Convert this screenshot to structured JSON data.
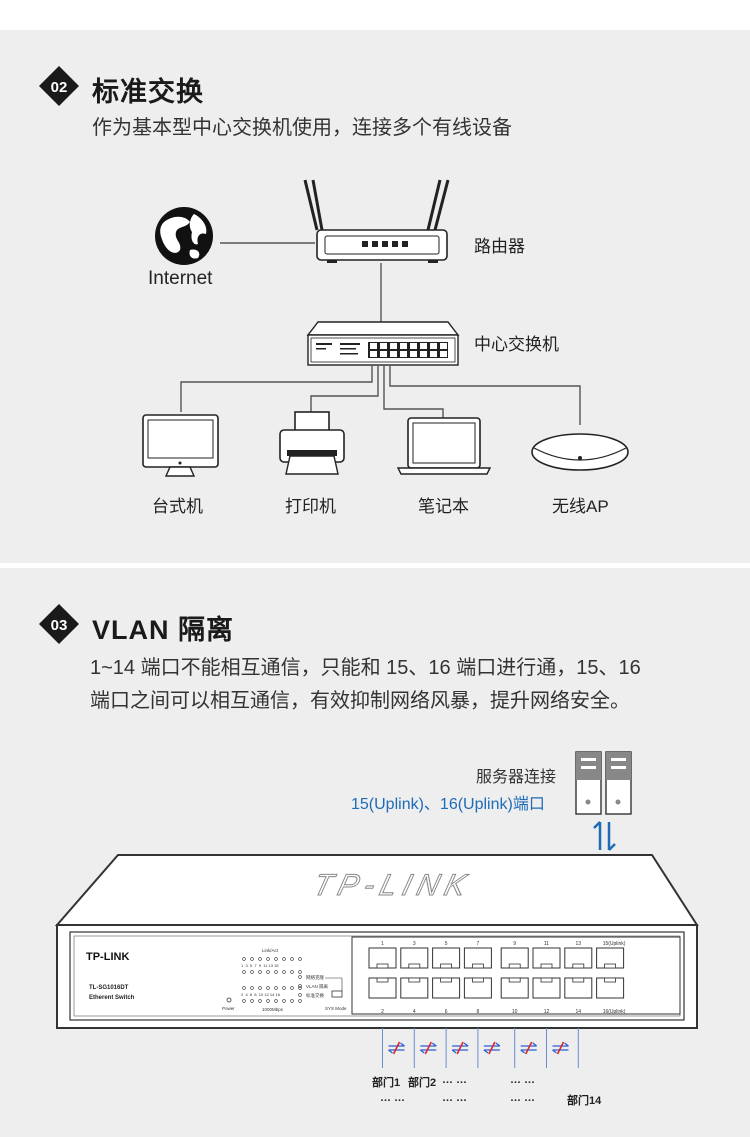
{
  "section1": {
    "number": "02",
    "title": "标准交换",
    "description": "作为基本型中心交换机使用，连接多个有线设备",
    "labels": {
      "internet": "Internet",
      "router": "路由器",
      "switch": "中心交换机",
      "desktop": "台式机",
      "printer": "打印机",
      "laptop": "笔记本",
      "ap": "无线AP"
    }
  },
  "section2": {
    "number": "03",
    "title": "VLAN 隔离",
    "description_line1": "1~14 端口不能相互通信，只能和 15、16 端口进行通，15、16",
    "description_line2": "端口之间可以相互通信，有效抑制网络风暴，提升网络安全。",
    "server_label": "服务器连接",
    "uplink_label": "15(Uplink)、16(Uplink)端口",
    "switch": {
      "brand": "TP-LINK",
      "model": "TL-SG1016DT",
      "type": "Etherent Switch",
      "power": "Power",
      "link_act": "Link/Act",
      "speed": "1000Mbps",
      "mode1": "网络克隆",
      "mode2": "VLAN 隔离",
      "mode3": "标准交换",
      "sys_mode": "SYS Mode",
      "top_ports": [
        "1",
        "3",
        "5",
        "7",
        "9",
        "11",
        "13",
        "15(Uplink)"
      ],
      "bottom_ports": [
        "2",
        "4",
        "6",
        "8",
        "10",
        "12",
        "14",
        "16(Uplink)"
      ],
      "led_top_nums": "1  3  5  7  9  11 13 15",
      "led_bottom_nums": "2  4  6  8  10 12 14 16"
    },
    "dept_first": "部门1",
    "dept_second": "部门2",
    "dept_last": "部门14",
    "ellipsis": "…  …"
  },
  "colors": {
    "badge": "#1a1a1a",
    "panel": "#eeeeee",
    "uplink_blue": "#1e6bb8",
    "arrow_red": "#d62b2b",
    "arrow_blue": "#2b5fd6"
  }
}
